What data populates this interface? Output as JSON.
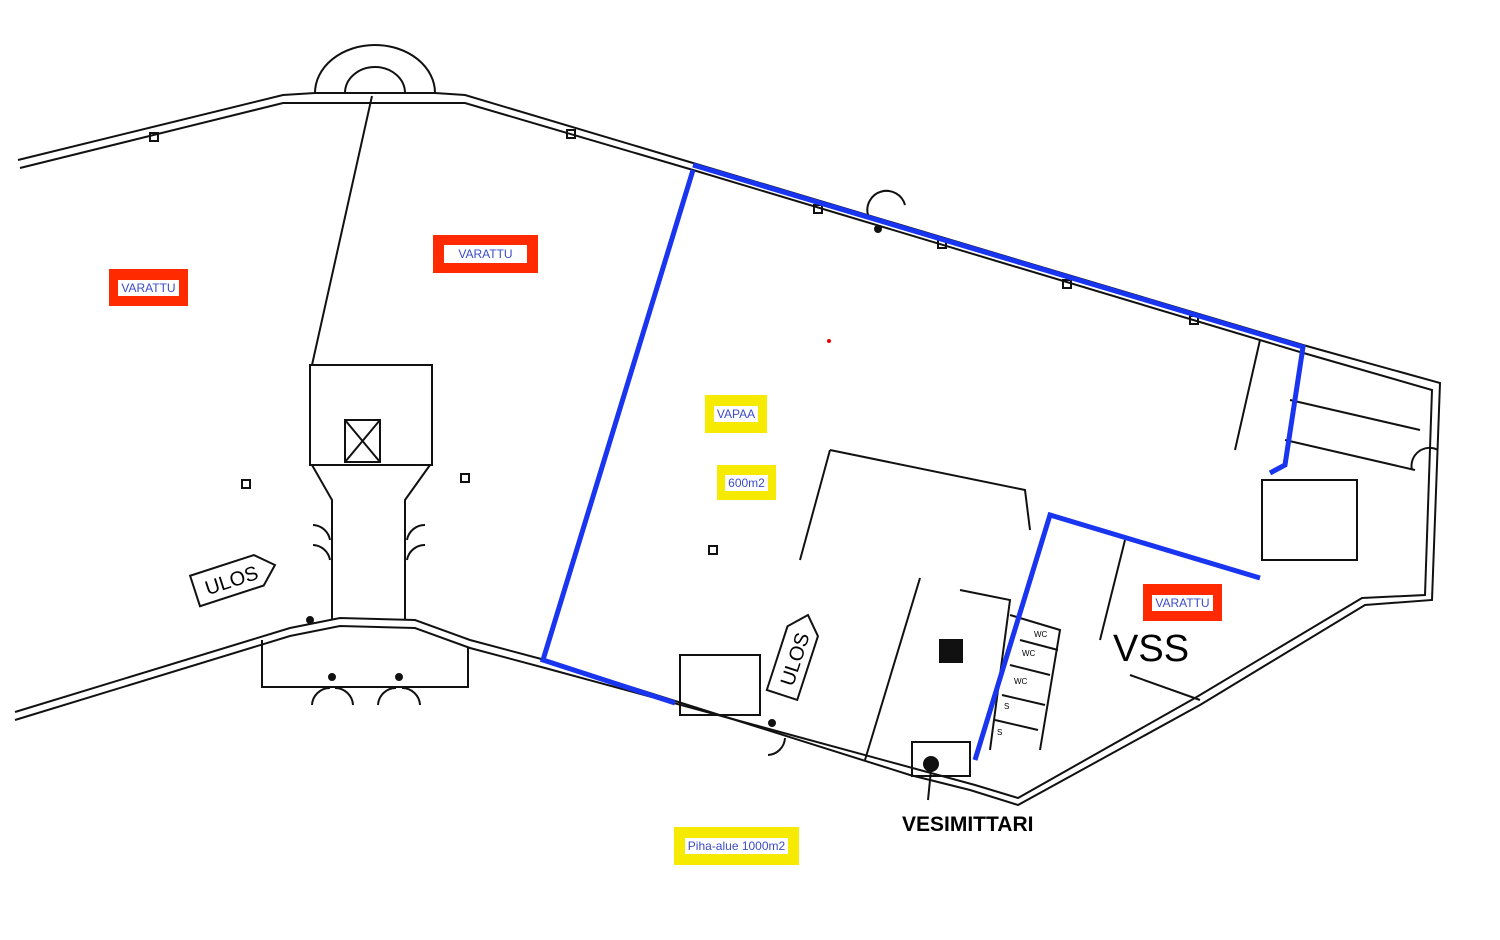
{
  "plan": {
    "units": [
      {
        "status": "VARATTU",
        "color": "#ff2a00"
      },
      {
        "status": "VARATTU",
        "color": "#ff2a00"
      },
      {
        "status": "VAPAA",
        "area": "600m2",
        "color": "#f5ea00"
      },
      {
        "status": "VARATTU",
        "color": "#ff2a00"
      }
    ],
    "yard": "Piha-alue 1000m2",
    "exits": [
      "ULOS",
      "ULOS"
    ],
    "room_vss": "VSS",
    "water_meter": "VESIMITTARI",
    "toilets": [
      "WC",
      "WC",
      "WC",
      "S",
      "S"
    ],
    "highlight_color": "#1a35f0"
  }
}
